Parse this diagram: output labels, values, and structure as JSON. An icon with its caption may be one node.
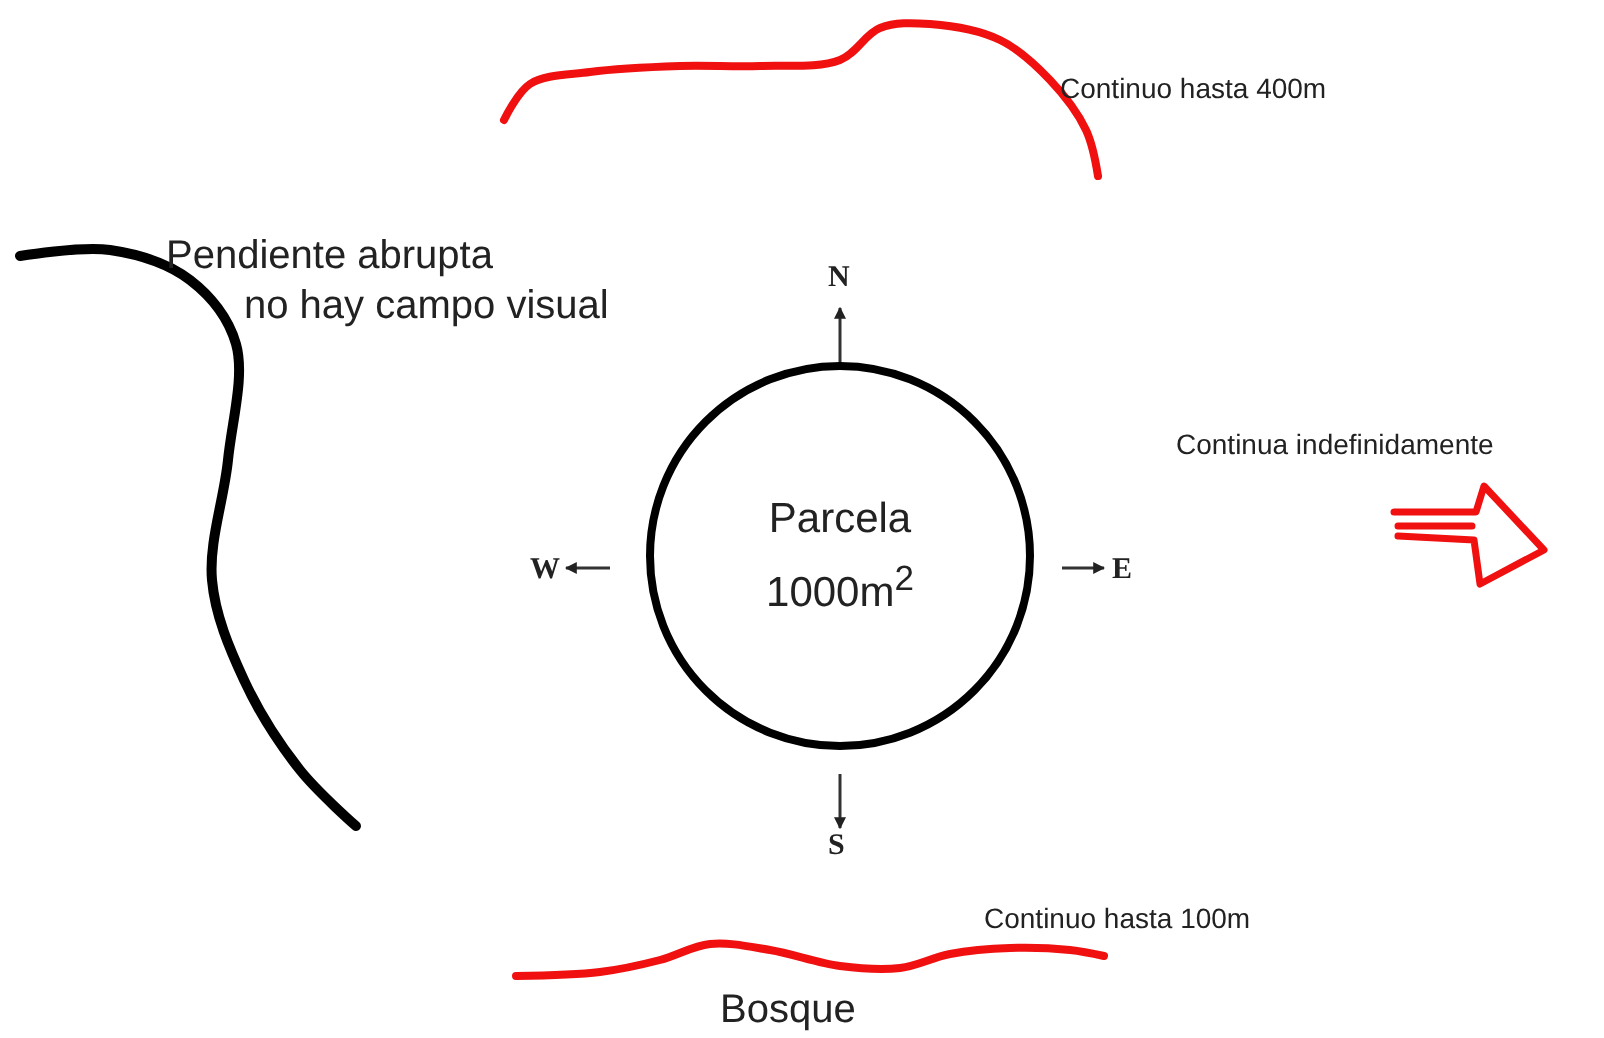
{
  "diagram": {
    "nodes": [
      {
        "text": [
          "Parcela",
          "1000m$^{2}$"
        ]
      }
    ],
    "labels": [
      "Continuo hasta 400m",
      "Pendiente abrupta no hay campo visual",
      "N",
      "W",
      "E",
      "Continua indefinidamente",
      "S",
      "Continuo hasta 100m",
      "Bosque"
    ]
  }
}
